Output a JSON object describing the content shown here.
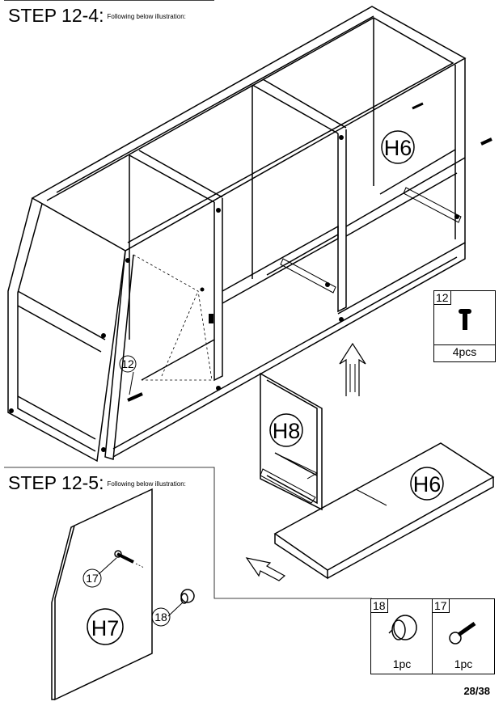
{
  "step_12_4": {
    "title": "STEP 12-4:",
    "subtitle": "Following below illustration:"
  },
  "step_12_5": {
    "title": "STEP 12-5:",
    "subtitle": "Following below illustration:"
  },
  "labels": {
    "h6_top": "H6",
    "h8": "H8",
    "h6_bottom": "H6",
    "h7": "H7",
    "callout_12": "12",
    "callout_17": "17",
    "callout_18": "18"
  },
  "parts": [
    {
      "number": "12",
      "qty": "4pcs",
      "icon": "screw-icon"
    },
    {
      "number": "18",
      "qty": "1pc",
      "icon": "knob-icon"
    },
    {
      "number": "17",
      "qty": "1pc",
      "icon": "screw-icon"
    }
  ],
  "page": "28/38"
}
